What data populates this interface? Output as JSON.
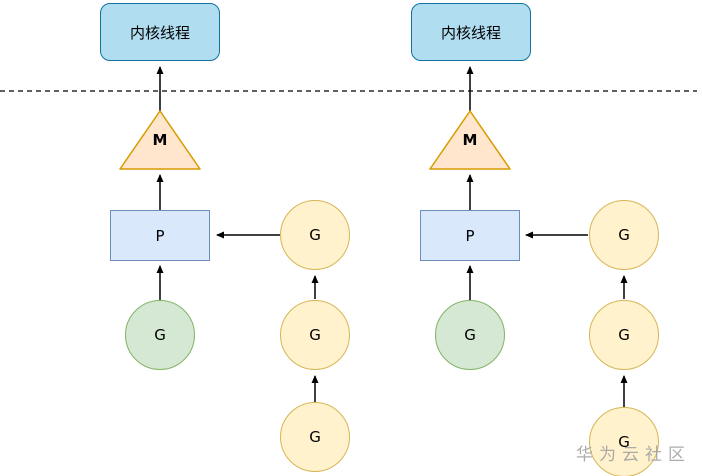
{
  "diagram": {
    "labels": {
      "kernel_thread": "内核线程",
      "machine": "M",
      "processor": "P",
      "goroutine": "G"
    },
    "watermark": "华为云社区",
    "colors": {
      "kernel_box_fill": "#b1ddf0",
      "kernel_box_stroke": "#10739e",
      "m_triangle_fill": "#ffe6cc",
      "m_triangle_stroke": "#d79b00",
      "p_rect_fill": "#dae8fc",
      "p_rect_stroke": "#6c8ebf",
      "g_green_fill": "#d5e8d4",
      "g_green_stroke": "#82b366",
      "g_yellow_fill": "#fff2cc",
      "g_yellow_stroke": "#d6b656",
      "connector": "#000000",
      "watermark": "#9e9e9e"
    }
  }
}
